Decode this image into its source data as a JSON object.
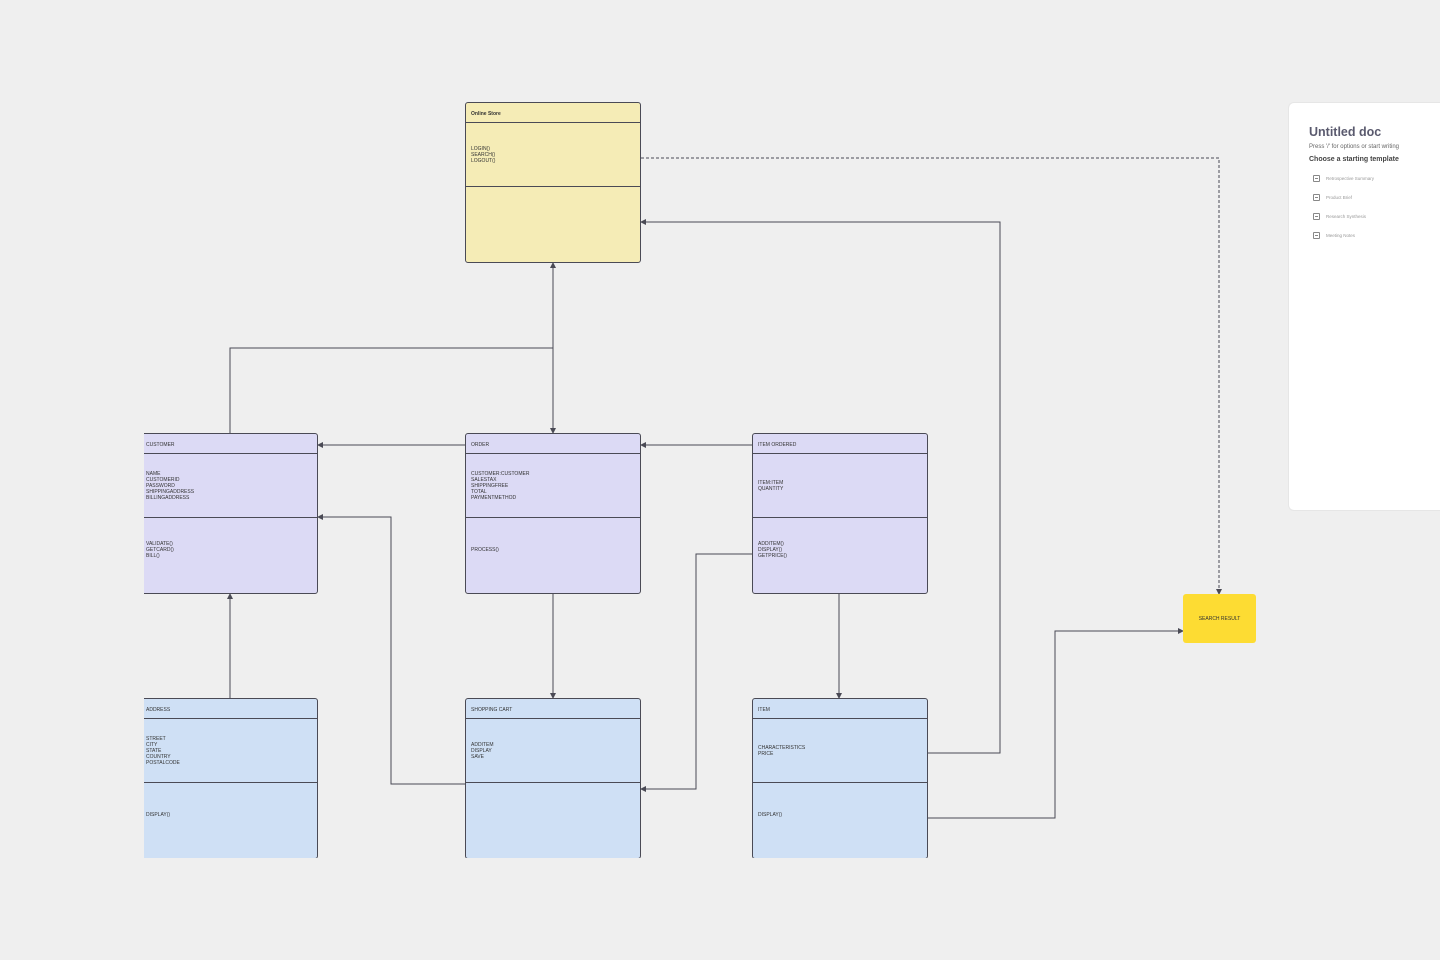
{
  "diagram": {
    "classes": [
      {
        "id": "online-store",
        "title": "Online Store",
        "attributes": "",
        "operations": "LOGIN()\nSEARCH()\nLOGOUT()",
        "color": "#f5ecb6",
        "ops_in_attr": true
      },
      {
        "id": "customer",
        "title": "CUSTOMER",
        "attributes": "NAME\nCUSTOMERID\nPASSWORD\nSHIPPINGADDRESS\nBILLINGADDRESS",
        "operations": "VALIDATE()\nGETCARD()\nBILL()",
        "color": "#dcdaf5"
      },
      {
        "id": "order",
        "title": "ORDER",
        "attributes": "CUSTOMER:CUSTOMER\nSALESTAX\nSHIPPINGFREE\nTOTAL\nPAYMENTMETHOD",
        "operations": "PROCESS()",
        "color": "#dcdaf5"
      },
      {
        "id": "item-ordered",
        "title": "ITEM ORDERED",
        "attributes": "ITEM:ITEM\nQUANTITY",
        "operations": "ADDITEM()\nDISPLAY()\nGETPRICE()",
        "color": "#dcdaf5"
      },
      {
        "id": "address",
        "title": "ADDRESS",
        "attributes": "STREET\nCITY\nSTATE\nCOUNTRY\nPOSTALCODE",
        "operations": "DISPLAY()",
        "color": "#cfe0f5"
      },
      {
        "id": "shopping-cart",
        "title": "SHOPPING CART",
        "attributes": "ADDITEM\nDISPLAY\nSAVE",
        "operations": "",
        "color": "#cfe0f5"
      },
      {
        "id": "item",
        "title": "ITEM",
        "attributes": "CHARACTERISTICS\nPRICE",
        "operations": "DISPLAY()",
        "color": "#cfe0f5"
      }
    ],
    "search_result": {
      "label": "SEARCH RESULT",
      "color": "#fddc33"
    },
    "connector_color": "#4a4a55"
  },
  "doc_panel": {
    "title": "Untitled doc",
    "hint": "Press '/' for options or start writing",
    "choose_label": "Choose a starting template",
    "templates": [
      "Retrospective Summary",
      "Product Brief",
      "Research Synthesis",
      "Meeting Notes"
    ]
  }
}
